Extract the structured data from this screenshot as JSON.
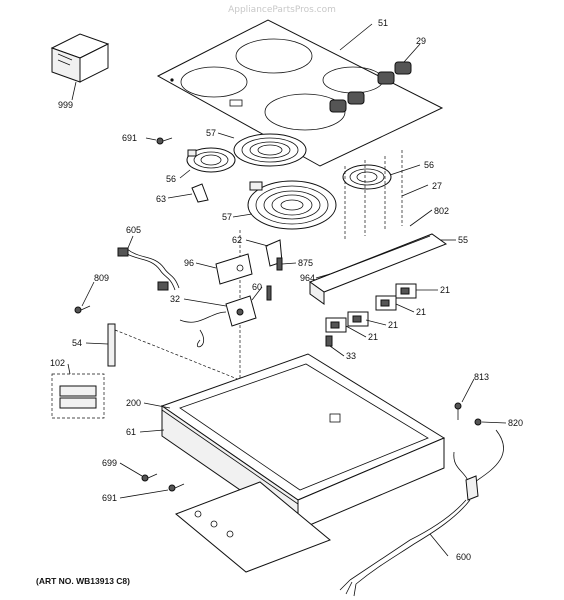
{
  "watermark": "AppliancePartsPros.com",
  "caption": "(ART NO. WB13913 C8)",
  "callouts": {
    "c51": "51",
    "c29": "29",
    "c999": "999",
    "c691a": "691",
    "c57a": "57",
    "c56a": "56",
    "c56b": "56",
    "c63": "63",
    "c27": "27",
    "c57b": "57",
    "c802": "802",
    "c605": "605",
    "c62": "62",
    "c55": "55",
    "c96": "96",
    "c875": "875",
    "c964": "964",
    "c809": "809",
    "c60": "60",
    "c21a": "21",
    "c32": "32",
    "c21b": "21",
    "c21c": "21",
    "c54": "54",
    "c21d": "21",
    "c33": "33",
    "c102": "102",
    "c813": "813",
    "c200": "200",
    "c820": "820",
    "c61": "61",
    "c699": "699",
    "c691b": "691",
    "c600": "600"
  }
}
